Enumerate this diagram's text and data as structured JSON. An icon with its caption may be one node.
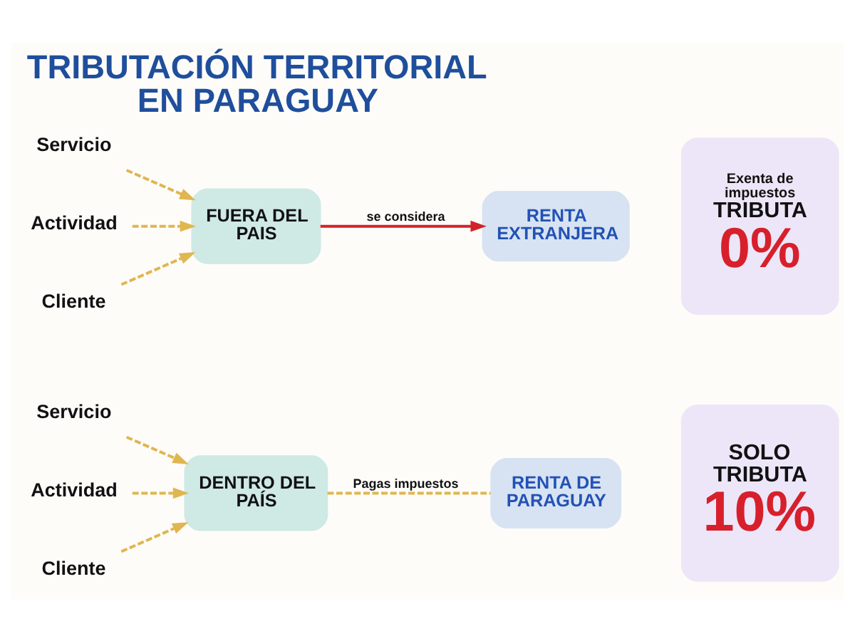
{
  "diagram": {
    "title": "TRIBUTACIÓN TERRITORIAL EN PARAGUAY",
    "nodes": [
      {
        "text": [
          "Servicio"
        ]
      },
      {
        "text": [
          "Actividad"
        ]
      },
      {
        "text": [
          "Cliente"
        ]
      },
      {
        "text": [
          "FUERA DEL PAIS"
        ]
      },
      {
        "text": [
          "RENTA EXTRANJERA"
        ]
      },
      {
        "text": [
          "Exenta de impuestos",
          "TRIBUTA",
          "0%"
        ]
      },
      {
        "text": [
          "Servicio"
        ]
      },
      {
        "text": [
          "Actividad"
        ]
      },
      {
        "text": [
          "Cliente"
        ]
      },
      {
        "text": [
          "DENTRO DEL PAÍS"
        ]
      },
      {
        "text": [
          "RENTA DE PARAGUAY"
        ]
      },
      {
        "text": [
          "SOLO TRIBUTA",
          "10%"
        ]
      }
    ],
    "edges": [
      {
        "from": 0,
        "to": 3,
        "arrow": "to",
        "style": "dashed"
      },
      {
        "from": 1,
        "to": 3,
        "arrow": "to",
        "style": "dashed"
      },
      {
        "from": 2,
        "to": 3,
        "arrow": "to",
        "style": "dashed"
      },
      {
        "from": 3,
        "to": 4,
        "arrow": "to",
        "label": "se considera",
        "color": "#d2232a"
      },
      {
        "from": 6,
        "to": 9,
        "arrow": "to",
        "style": "dashed"
      },
      {
        "from": 7,
        "to": 9,
        "arrow": "to",
        "style": "dashed"
      },
      {
        "from": 8,
        "to": 9,
        "arrow": "to",
        "style": "dashed"
      },
      {
        "from": 9,
        "to": 10,
        "arrow": "none",
        "label": "Pagas impuestos",
        "style": "dashed"
      }
    ]
  }
}
